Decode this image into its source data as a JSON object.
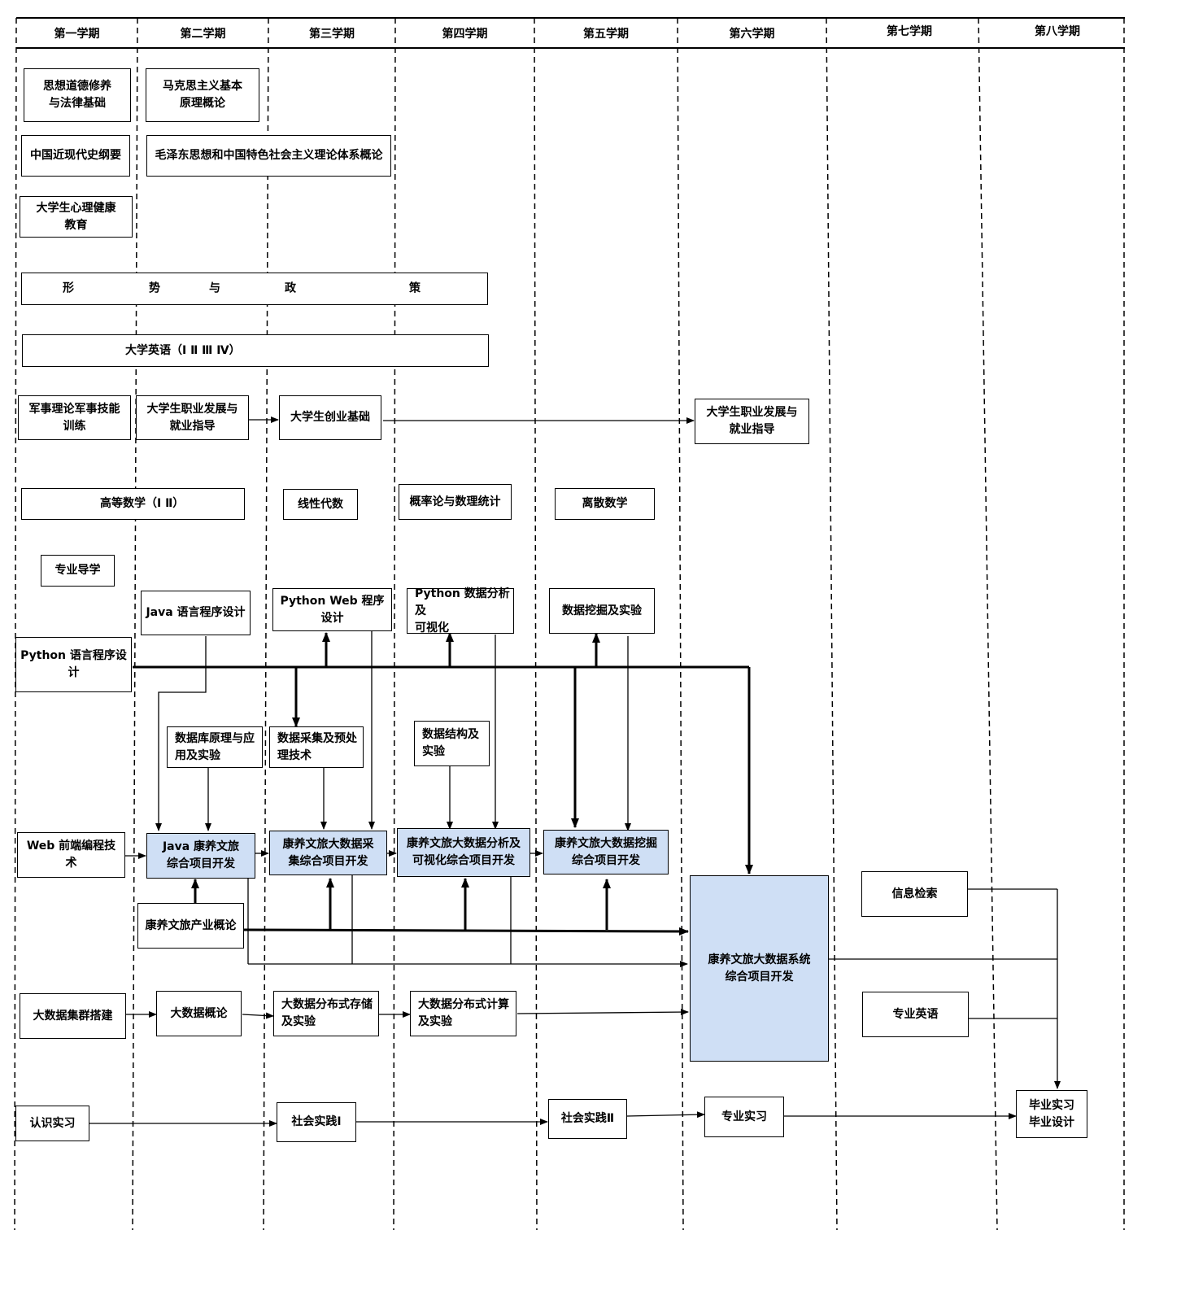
{
  "semesters": [
    "第一学期",
    "第二学期",
    "第三学期",
    "第四学期",
    "第五学期",
    "第六学期",
    "第七学期",
    "第八学期"
  ],
  "courses": {
    "sixiang": "思想道德修养\n与法律基础",
    "makesi": "马克思主义基本\n原理概论",
    "jindaishi": "中国近现代史纲要",
    "maogai": "毛泽东思想和中国特色社会主义理论体系概论",
    "xinli": "大学生心理健康\n教育",
    "xingshi": [
      "形",
      "势",
      "与",
      "政",
      "策"
    ],
    "yingyu": "大学英语（Ⅰ Ⅱ Ⅲ Ⅳ）",
    "junshi": "军事理论军事技能\n训练",
    "zhiye": "大学生职业发展与\n就业指导",
    "chuangye": "大学生创业基础",
    "zhiye6": "大学生职业发展与\n就业指导",
    "gaoshu": "高等数学（Ⅰ Ⅱ）",
    "xiandai": "线性代数",
    "gailv": "概率论与数理统计",
    "lisan": "离散数学",
    "daoxue": "专业导学",
    "java": "Java 语言程序设计",
    "pyweb": "Python Web 程序设计",
    "pyfenxi": "Python 数据分析及\n可视化",
    "wajue": "数据挖掘及实验",
    "python": "Python 语言程序设计",
    "shujuku": "数据库原理与应\n用及实验",
    "caiji": "数据采集及预处\n理技术",
    "jiegou": "数据结构及\n实验",
    "web": "Web 前端编程技术",
    "javaproj": "Java 康养文旅\n综合项目开发",
    "caijiproj": "康养文旅大数据采\n集综合项目开发",
    "fenxiproj": "康养文旅大数据分析及\n可视化综合项目开发",
    "wajueproj": "康养文旅大数据挖掘\n综合项目开发",
    "chanye": "康养文旅产业概论",
    "xitong": "康养文旅大数据系统\n综合项目开发",
    "jiansuo": "信息检索",
    "zhuanying": "专业英语",
    "jiqun": "大数据集群搭建",
    "dsjgl": "大数据概论",
    "cunchu": "大数据分布式存储\n及实验",
    "jisuan": "大数据分布式计算\n及实验",
    "renshi": "认识实习",
    "shijian1": "社会实践Ⅰ",
    "shijian2": "社会实践Ⅱ",
    "zhuanshi": "专业实习",
    "biye": "毕业实习\n毕业设计"
  }
}
